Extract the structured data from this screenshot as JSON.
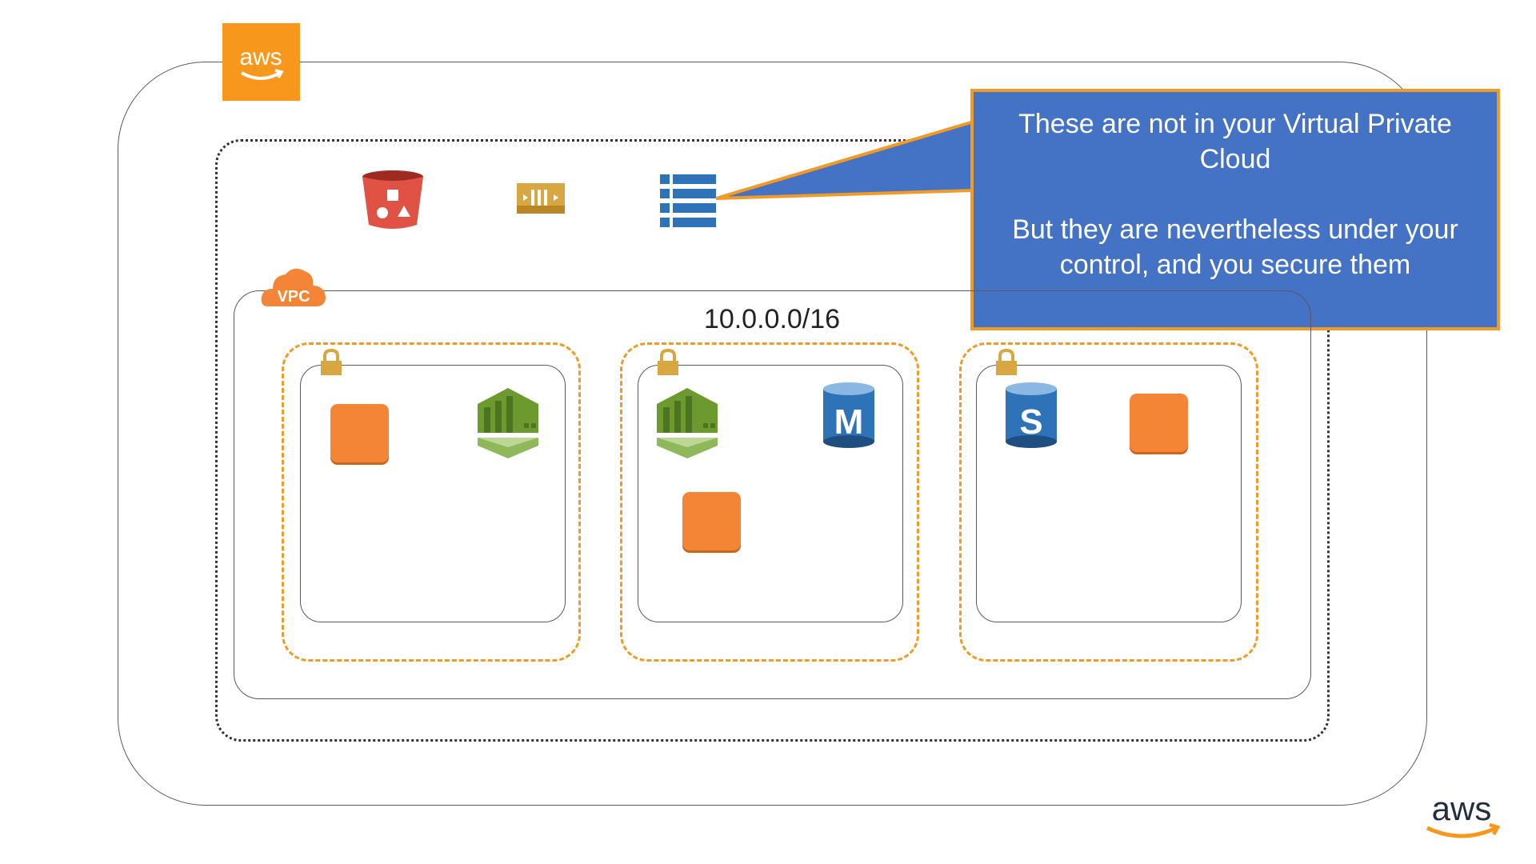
{
  "slide": {
    "cidr_label": "10.0.0.0/16",
    "callout": {
      "line1": "These are not in your Virtual Private Cloud",
      "line2": "But they are nevertheless under your control, and you secure them"
    },
    "aws_logo_text": "aws",
    "vpc_label": "VPC",
    "rds_master_letter": "M",
    "rds_standby_letter": "S"
  },
  "colors": {
    "aws_orange": "#f7981d",
    "ec2_orange": "#f58536",
    "callout_blue": "#4472c4",
    "az_border": "#f09a28",
    "s3_red": "#e05243",
    "rds_blue": "#2e73b8",
    "ecs_green": "#6c9a2f",
    "sqs_gold": "#d9a741",
    "dynamodb_blue": "#2e73b8"
  },
  "icons": [
    "aws-logo-icon",
    "s3-bucket-icon",
    "sqs-queue-icon",
    "dynamodb-table-icon",
    "vpc-cloud-icon",
    "lock-icon",
    "ec2-instance-icon",
    "ecs-container-icon",
    "rds-master-icon",
    "rds-standby-icon"
  ]
}
